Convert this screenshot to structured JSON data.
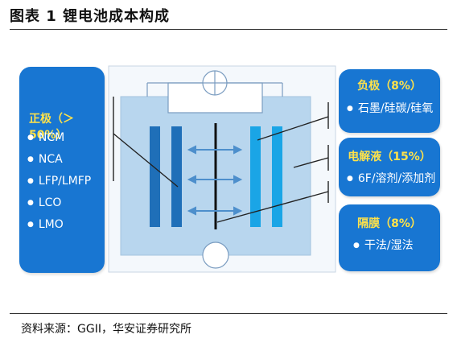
{
  "title": "图表 1 锂电池成本构成",
  "source": "资料来源：GGII，华安证券研究所",
  "cathode": {
    "title": "正极（＞50%）",
    "items": [
      "NCM",
      "NCA",
      "LFP/LMFP",
      "LCO",
      "LMO"
    ]
  },
  "anode": {
    "title": "负极（8%）",
    "items": [
      "石墨/硅碳/硅氧"
    ]
  },
  "electrolyte": {
    "title": "电解液（15%）",
    "items": [
      "6F/溶剂/添加剂"
    ]
  },
  "separator": {
    "title": "隔膜（8%）",
    "items": [
      "干法/湿法"
    ]
  },
  "colors": {
    "panel_blue": "#1876d2",
    "panel_title_yellow": "#ffe24a",
    "cathode_plate": "#1f6fb8",
    "anode_plate": "#1aa5e6",
    "electrolyte_fill": "#b8d6ee",
    "ion_arrow": "#4d8fcc"
  }
}
